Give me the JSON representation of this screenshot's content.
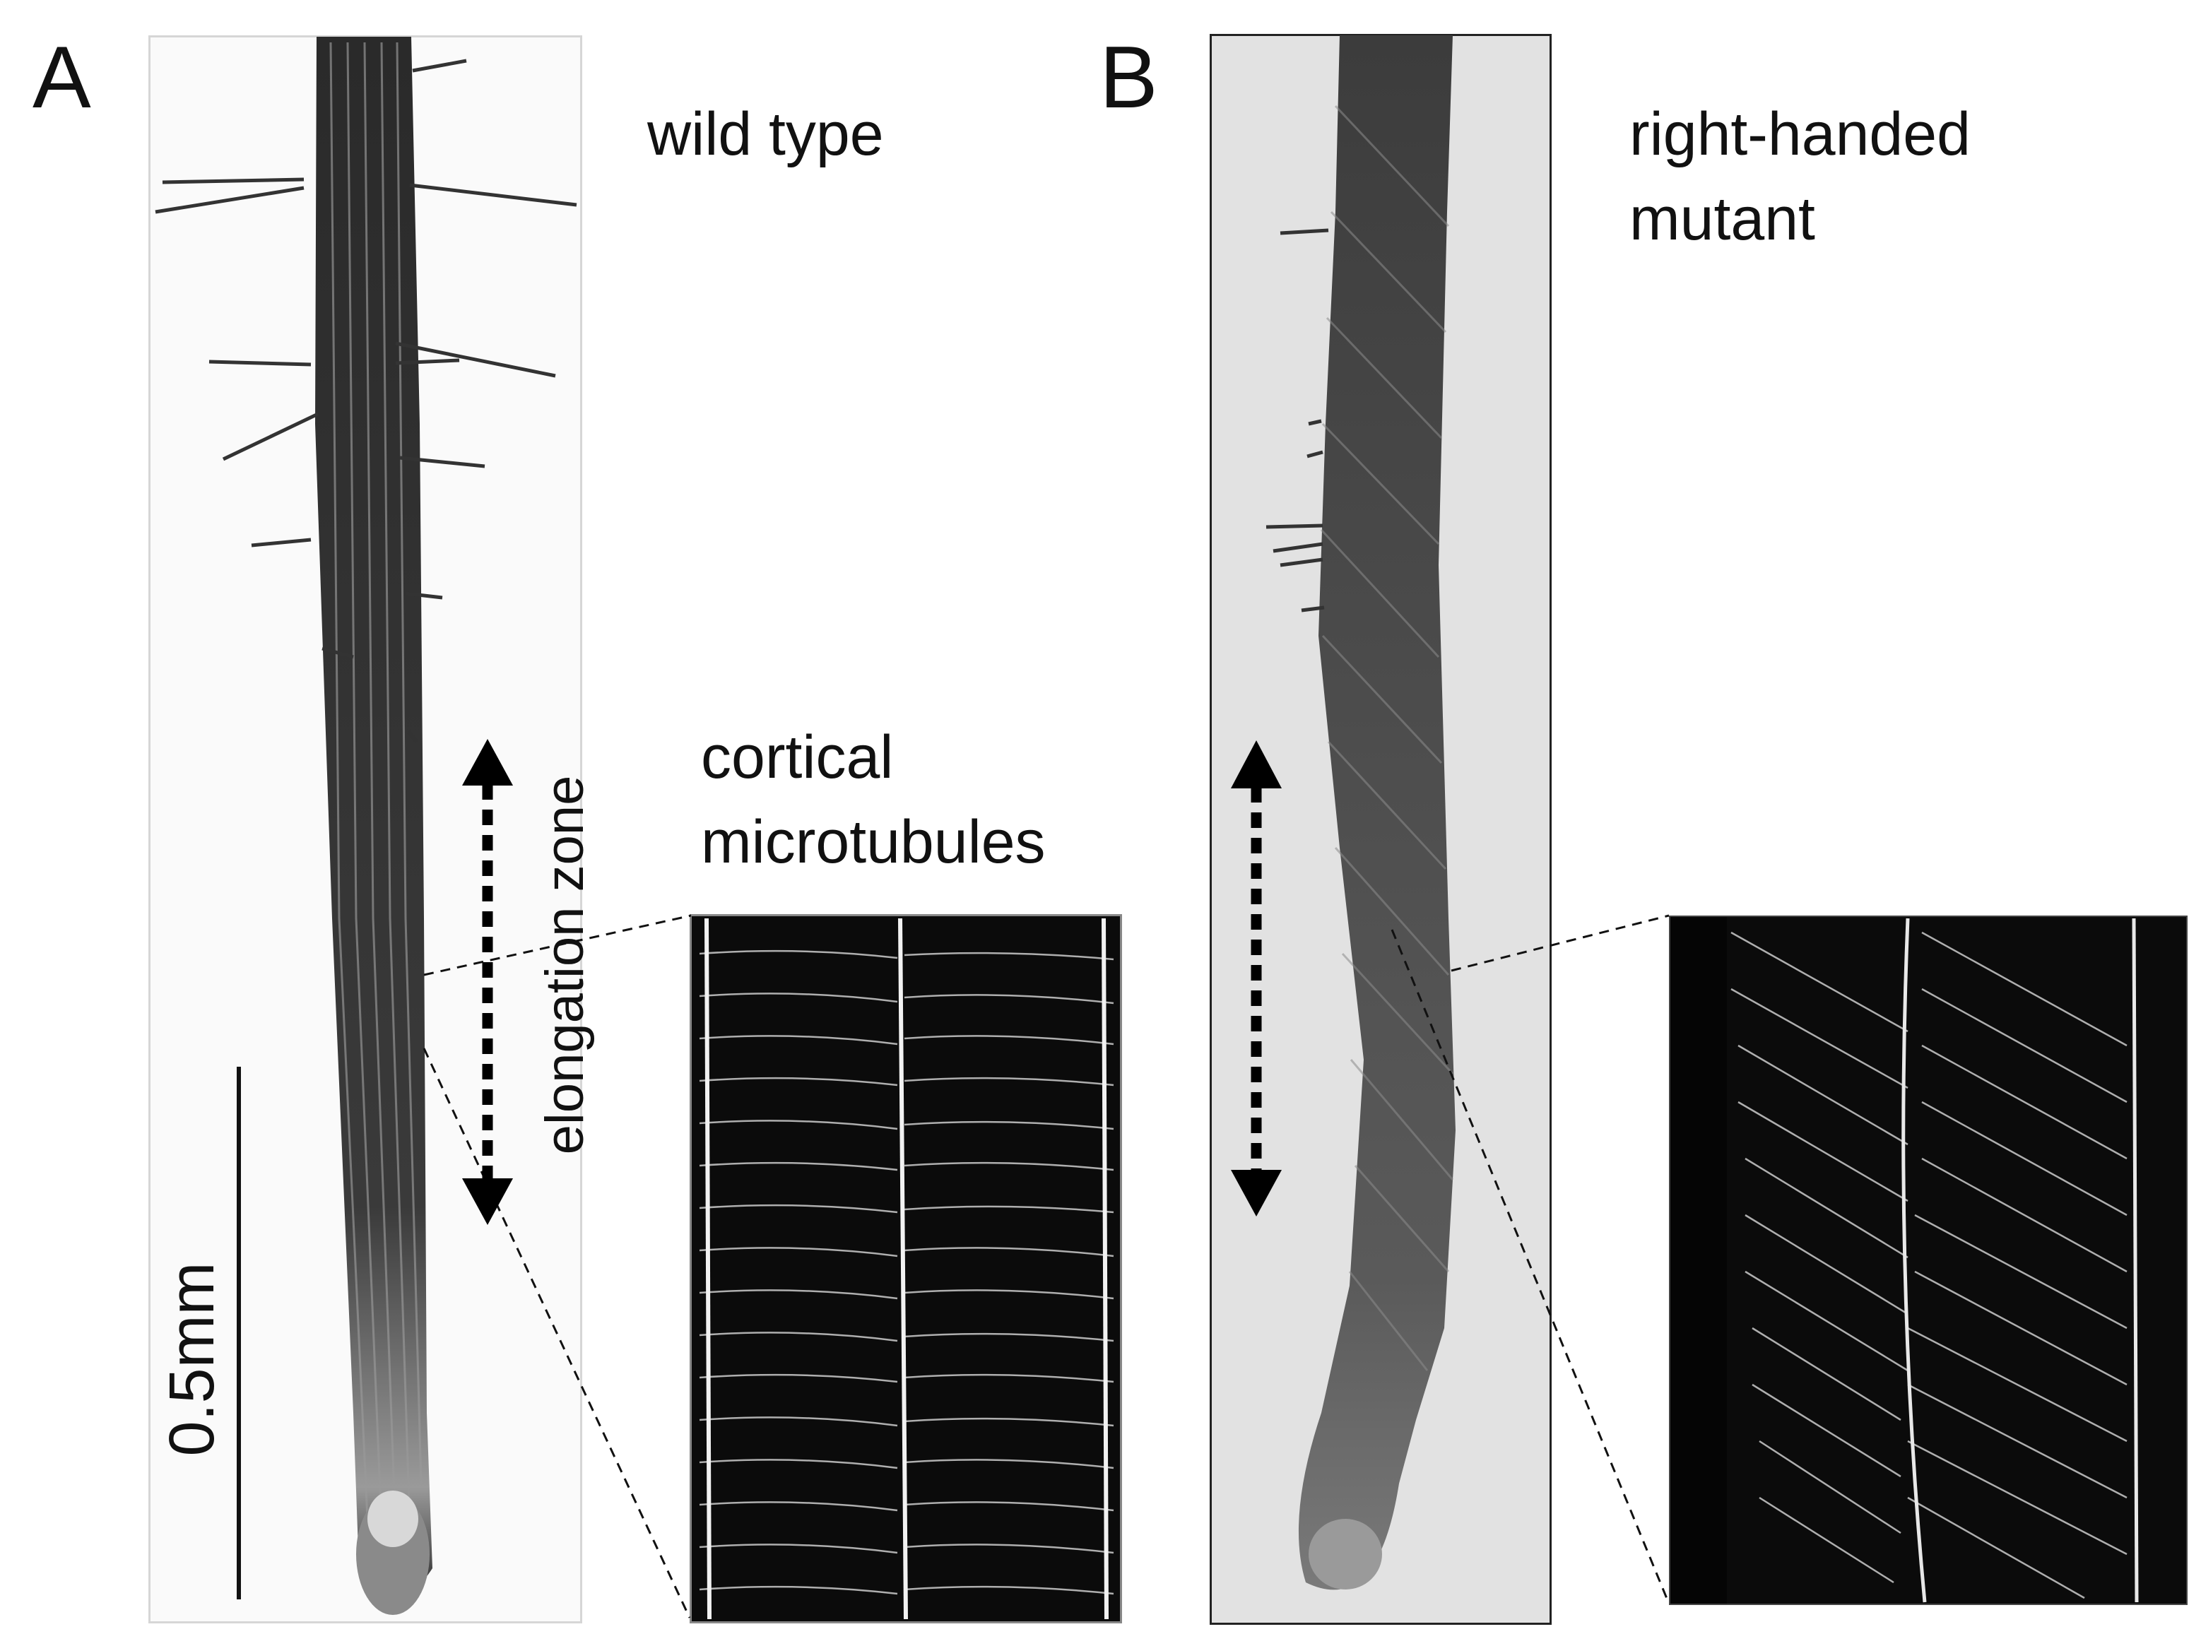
{
  "panels": {
    "a": {
      "letter": "A",
      "title": "wild type",
      "zone_label": "elongation zone",
      "scale_label": "0.5mm",
      "inset_label": [
        "cortical",
        "microtubules"
      ]
    },
    "b": {
      "letter": "B",
      "title": [
        "right-handed",
        "mutant"
      ]
    }
  },
  "colors": {
    "root_dark": "#1e1e1e",
    "root_tip": "#6a6a6a",
    "mutant_root": "#4a4a4a",
    "microtubule": "#d8d8d8"
  }
}
